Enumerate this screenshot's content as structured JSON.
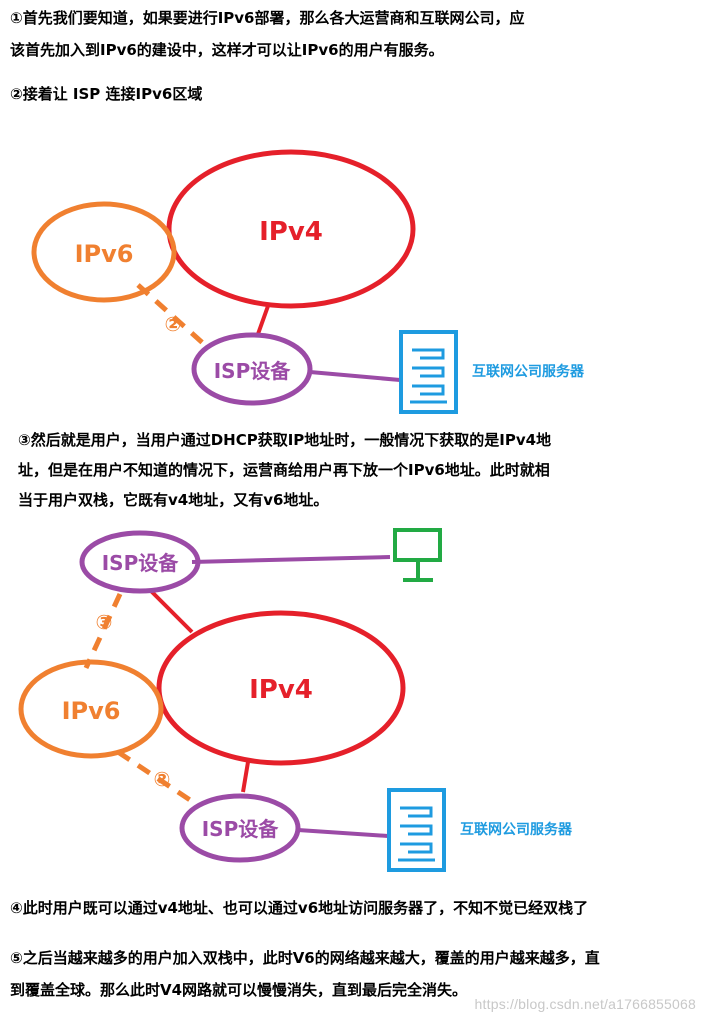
{
  "paragraphs": {
    "p1_line1": "①首先我们要知道，如果要进行IPv6部署，那么各大运营商和互联网公司，应",
    "p1_line2": "该首先加入到IPv6的建设中，这样才可以让IPv6的用户有服务。",
    "p2": "②接着让 ISP 连接IPv6区域",
    "p3_line1": "③然后就是用户，当用户通过DHCP获取IP地址时，一般情况下获取的是IPv4地",
    "p3_line2": "址，但是在用户不知道的情况下，运营商给用户再下放一个IPv6地址。此时就相",
    "p3_line3": "当于用户双栈，它既有v4地址，又有v6地址。",
    "p4": "④此时用户既可以通过v4地址、也可以通过v6地址访问服务器了，不知不觉已经双栈了",
    "p5_line1": "⑤之后当越来越多的用户加入双栈中，此时V6的网络越来越大，覆盖的用户越来越多，直",
    "p5_line2": "到覆盖全球。那么此时V4网路就可以慢慢消失，直到最后完全消失。"
  },
  "diagram1": {
    "ipv4_label": "IPv4",
    "ipv6_label": "IPv6",
    "isp_label": "ISP设备",
    "step_label": "②",
    "server_label": "互联网公司服务器"
  },
  "diagram2": {
    "ipv4_label": "IPv4",
    "ipv6_label": "IPv6",
    "isp_top_label": "ISP设备",
    "isp_bottom_label": "ISP设备",
    "step_top_label": "③",
    "step_bottom_label": "②",
    "server_label": "互联网公司服务器"
  },
  "watermark": "https://blog.csdn.net/a1766855068",
  "colors": {
    "ipv4": "#e5202a",
    "ipv6": "#f08030",
    "isp": "#9b4ba6",
    "server": "#1e9be0",
    "user_pc": "#22aa44"
  }
}
